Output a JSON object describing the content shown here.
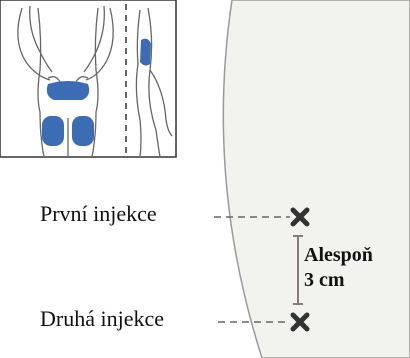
{
  "labels": {
    "first_injection": "První injekce",
    "second_injection": "Druhá injekce",
    "distance_line1": "Alespoň",
    "distance_line2": "3 cm"
  },
  "colors": {
    "zone_blue": "#3b6cb4",
    "outline": "#555555",
    "skin_region": "#f2f2ef",
    "marker": "#333333",
    "bracket": "#8a7b74"
  },
  "icons": {
    "injection_site_marker": "x-mark-icon"
  }
}
